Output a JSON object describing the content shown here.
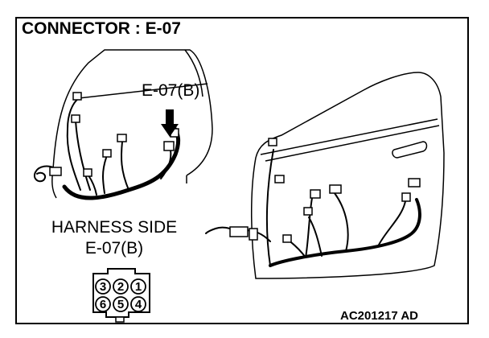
{
  "title": "CONNECTOR : E-07",
  "callout_label": "E-07(B)",
  "harness_side": {
    "line1": "HARNESS SIDE",
    "line2": "E-07(B)"
  },
  "connector_pins": {
    "top_row": [
      "3",
      "2",
      "1"
    ],
    "bottom_row": [
      "6",
      "5",
      "4"
    ]
  },
  "reference_code": "AC201217 AD"
}
